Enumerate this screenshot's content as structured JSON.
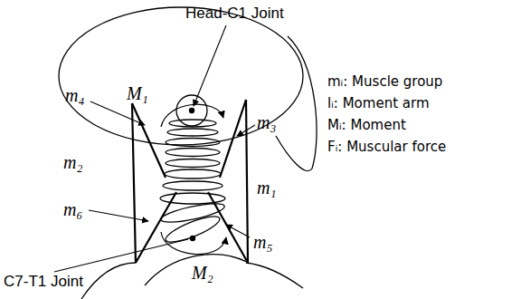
{
  "diagram": {
    "labels": [
      "Head-C1 Joint",
      "M₁",
      "m₄",
      "m₃",
      "m₂",
      "m₁",
      "m₆",
      "m₅",
      "C7-T1 Joint",
      "M₂",
      "mᵢ: Muscle group",
      "lᵢ: Moment arm",
      "Mᵢ: Moment",
      "Fᵢ: Muscular force"
    ]
  }
}
